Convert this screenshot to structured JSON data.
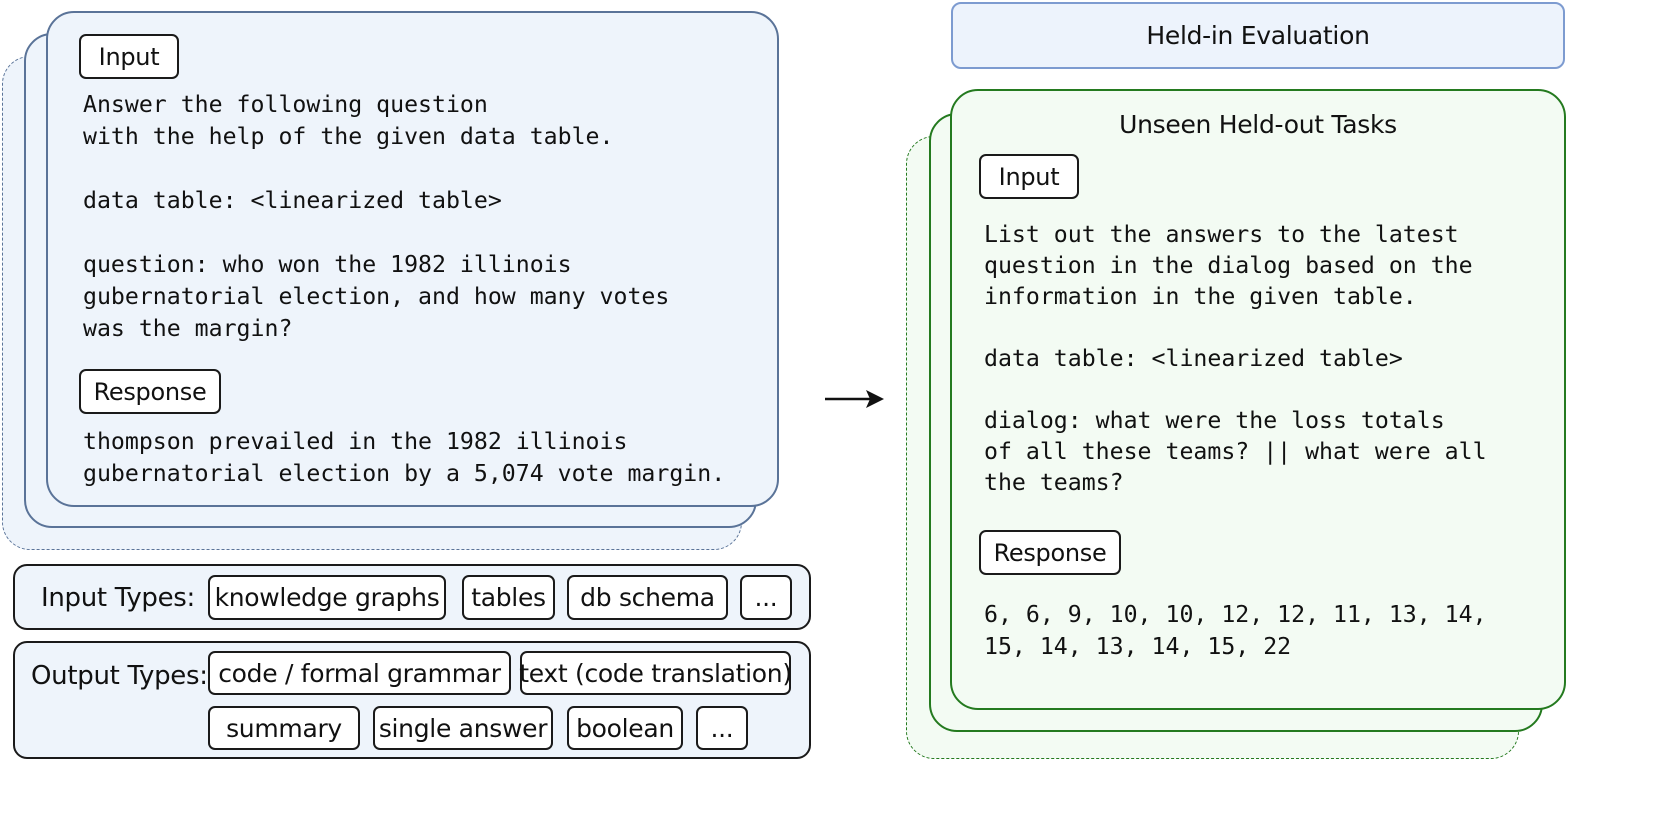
{
  "left_card": {
    "input_tag": "Input",
    "input_lines": [
      "Answer the following question",
      "with the help of the given data table.",
      "",
      "data table: <linearized table>",
      "",
      "question: who won the 1982 illinois",
      "gubernatorial election, and how many votes",
      "was the margin?"
    ],
    "response_tag": "Response",
    "response_lines": [
      "thompson prevailed in the 1982 illinois",
      "gubernatorial election by a 5,074 vote margin."
    ]
  },
  "input_types": {
    "label": "Input Types:",
    "chips": [
      "knowledge graphs",
      "tables",
      "db schema",
      "..."
    ]
  },
  "output_types": {
    "label": "Output Types:",
    "row1": [
      "code / formal grammar",
      "text (code translation)"
    ],
    "row2": [
      "summary",
      "single answer",
      "boolean",
      "..."
    ]
  },
  "arrow": {
    "symbol": "→"
  },
  "right": {
    "header": "Held-in Evaluation",
    "card_title": "Unseen Held-out Tasks",
    "input_tag": "Input",
    "input_lines": [
      "List out the answers to the latest",
      "question in the dialog based on the",
      "information in the given table.",
      "",
      "data table: <linearized table>",
      "",
      "dialog: what were the loss totals",
      "of all these teams? || what were all",
      "the teams?"
    ],
    "response_tag": "Response",
    "response_lines": [
      "6, 6, 9, 10, 10, 12, 12, 11, 13, 14,",
      "15, 14, 13, 14, 15, 22"
    ]
  },
  "colors": {
    "left_fill": "#eef4fb",
    "left_border": "#5a7398",
    "right_fill": "#f3fbf3",
    "right_border": "#247a1f",
    "header_border": "#7d9bd0"
  }
}
